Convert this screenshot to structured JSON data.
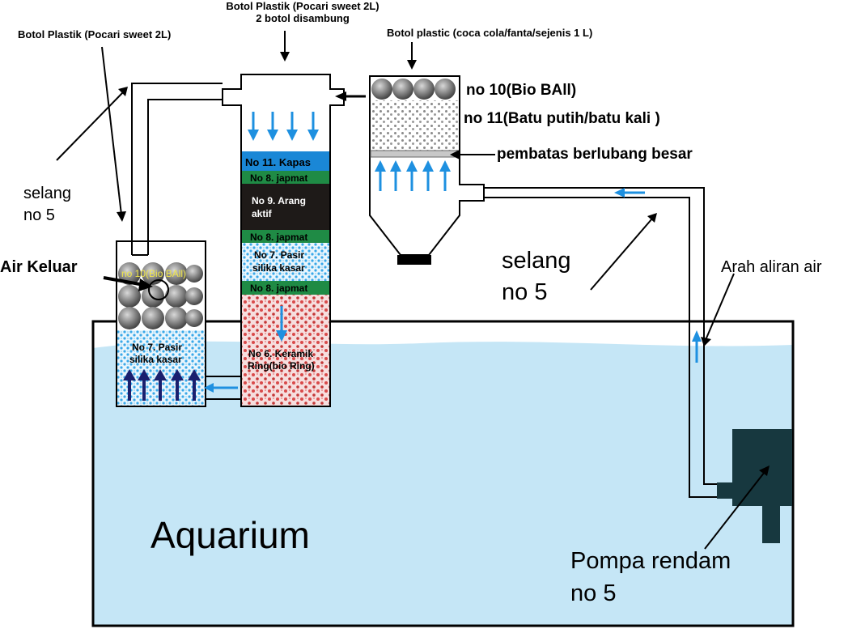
{
  "labels": {
    "top_bottle_line1": "Botol Plastik (Pocari sweet 2L)",
    "top_bottle_line2": "2 botol disambung",
    "left_bottle": "Botol Plastik (Pocari sweet 2L)",
    "right_bottle": "Botol plastic (coca cola/fanta/sejenis 1 L)",
    "selang_left_line1": "selang",
    "selang_left_line2": "no 5",
    "air_keluar": "Air Keluar",
    "no10_small": "no 10(Bio BAll)",
    "left_pasir_line1": "No 7. Pasir",
    "left_pasir_line2": "silika kasar",
    "kapas": "No 11. Kapas",
    "japmat_1": "No 8. japmat",
    "arang_line1": "No 9. Arang",
    "arang_line2": "aktif",
    "japmat_2": "No 8. japmat",
    "mid_pasir_line1": "No 7. Pasir",
    "mid_pasir_line2": "silika kasar",
    "japmat_3": "No 8. japmat",
    "keramik_line1": "No 6. Keramik",
    "keramik_line2": "Ring(bio Ring)",
    "no10_big": "no 10(Bio BAll)",
    "no11_big": "no 11(Batu putih/batu kali )",
    "pembatas": "pembatas berlubang besar",
    "selang_mid_line1": "selang",
    "selang_mid_line2": "no 5",
    "arah_aliran": "Arah aliran air",
    "aquarium": "Aquarium",
    "pompa_line1": "Pompa rendam",
    "pompa_line2": "no 5"
  },
  "colors": {
    "water": "#c5e6f6",
    "flow_arrow": "#1e90e0",
    "kapas": "#1a87d6",
    "japmat": "#1f8b45",
    "arang": "#1e1a18",
    "pasir_dots": "#3aa8e8",
    "keramik": "#d94a4a",
    "pump": "#17383f",
    "up_arrow_dark": "#1a1f6e",
    "bio_ball": "#6e6e6e"
  }
}
